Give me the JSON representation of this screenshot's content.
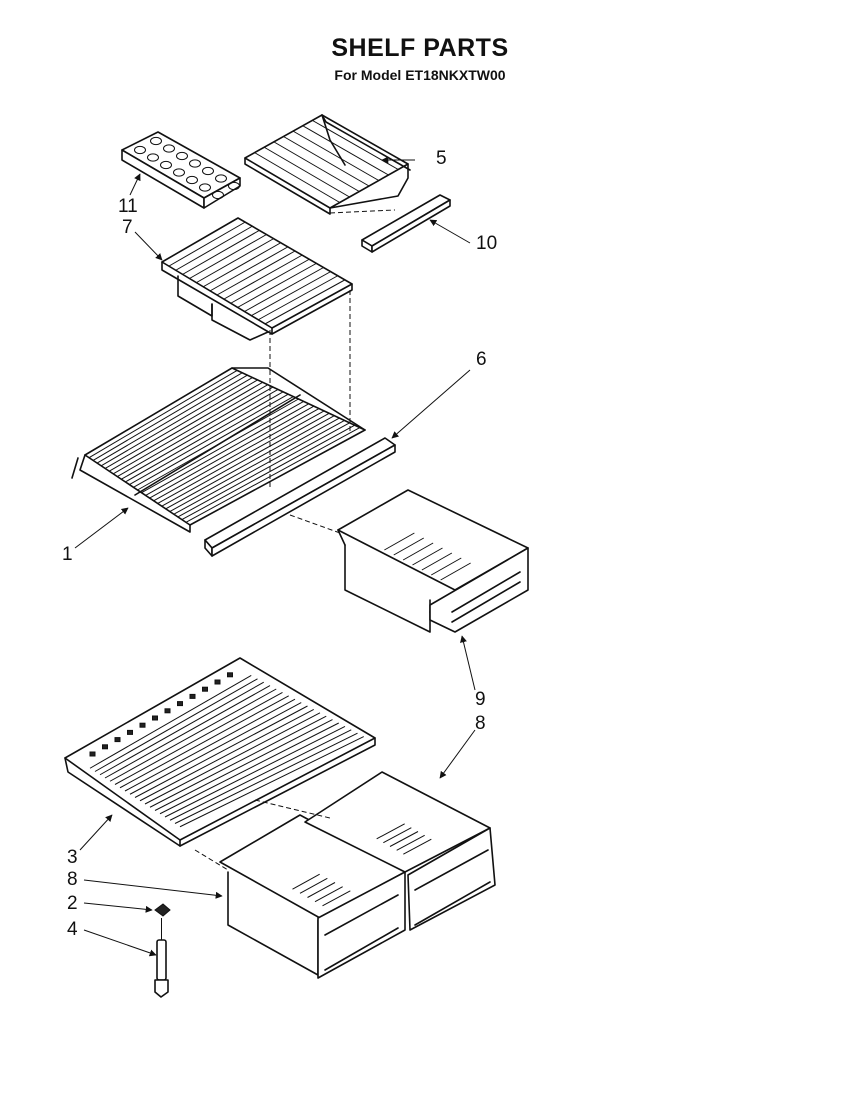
{
  "title": "SHELF PARTS",
  "subtitle": "For Model ET18NKXTW00",
  "callouts": {
    "c1": "1",
    "c2": "2",
    "c3": "3",
    "c4": "4",
    "c5": "5",
    "c6": "6",
    "c7": "7",
    "c8a": "8",
    "c8b": "8",
    "c9": "9",
    "c10": "10",
    "c11": "11"
  }
}
